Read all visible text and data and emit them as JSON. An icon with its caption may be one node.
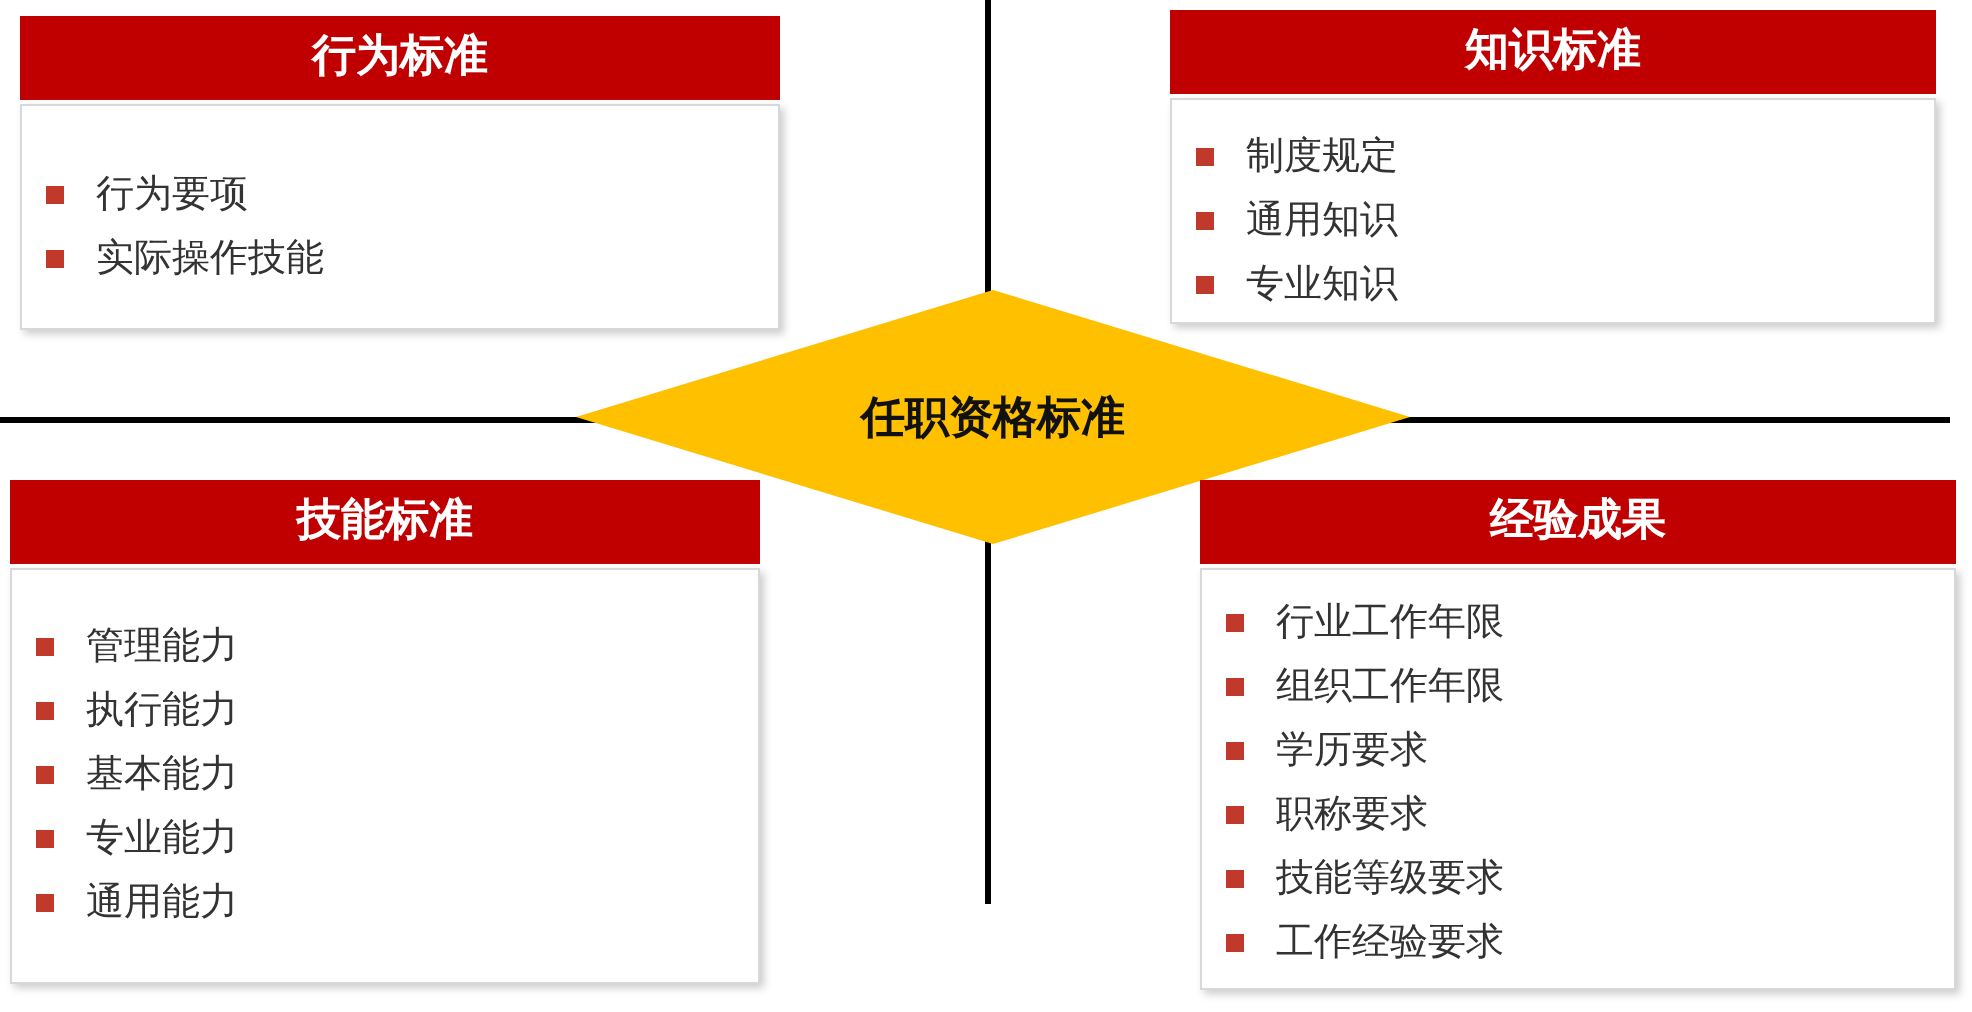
{
  "diagram": {
    "nodes": [
      {
        "text": [
          "行为标准",
          "行为要项",
          "实际操作技能"
        ]
      },
      {
        "text": [
          "知识标准",
          "制度规定",
          "通用知识",
          "专业知识"
        ]
      },
      {
        "text": [
          "任职资格标准"
        ]
      },
      {
        "text": [
          "技能标准",
          "管理能力",
          "执行能力",
          "基本能力",
          "专业能力",
          "通用能力"
        ]
      },
      {
        "text": [
          "经验成果",
          "行业工作年限",
          "组织工作年限",
          "学历要求",
          "职称要求",
          "技能等级要求",
          "工作经验要求"
        ]
      }
    ]
  }
}
